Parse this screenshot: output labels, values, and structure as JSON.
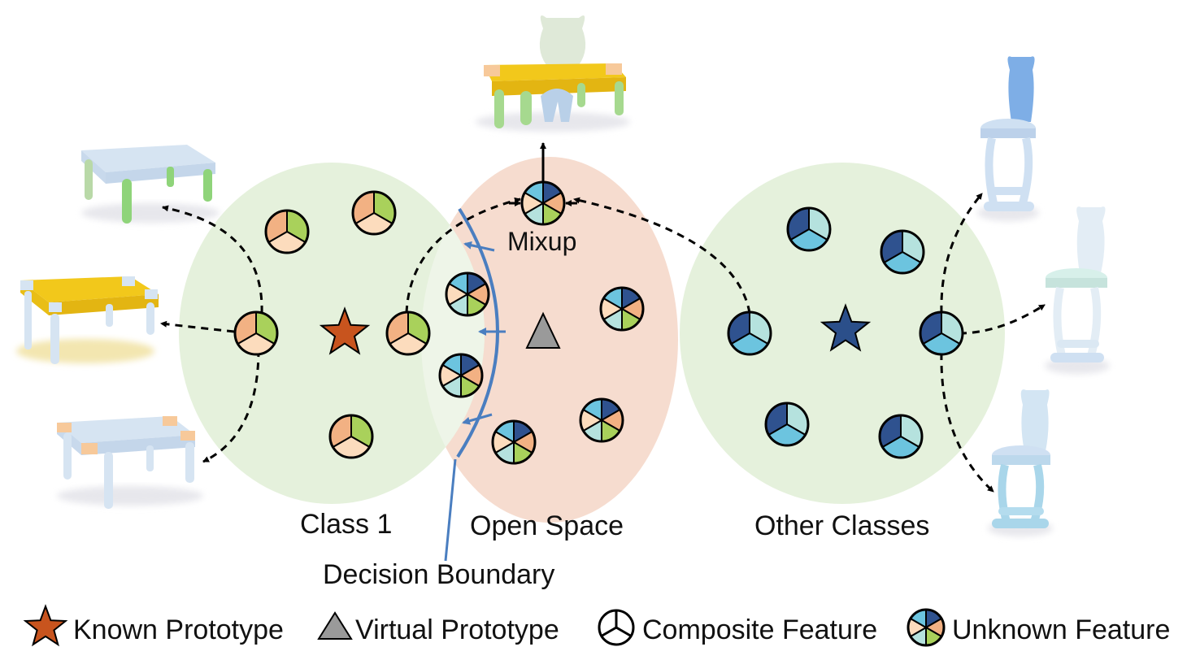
{
  "labels": {
    "class1": "Class 1",
    "open_space": "Open Space",
    "other_classes": "Other Classes",
    "decision_boundary": "Decision Boundary",
    "mixup": "Mixup"
  },
  "legend": {
    "known_prototype": "Known Prototype",
    "virtual_prototype": "Virtual Prototype",
    "composite_feature": "Composite Feature",
    "unknown_feature": "Unknown Feature"
  },
  "colors": {
    "class_region": "#e5f1dc",
    "open_space_region": "#f6dccf",
    "boundary": "#4a7ec0",
    "known_prototype": "#c8541e",
    "virtual_prototype": "#9a9a9a",
    "other_prototype": "#2b4f8a",
    "class1_feature": [
      "#f2b183",
      "#a9d15b",
      "#fcdcbd"
    ],
    "other_feature": [
      "#2f528f",
      "#b5e2de",
      "#6cc4df"
    ],
    "unknown_feature": [
      "#2f528f",
      "#f2b183",
      "#a9d15b",
      "#b5e2de",
      "#fcdcbd",
      "#6cc4df"
    ]
  },
  "icons": {
    "known_prototype": "star-icon",
    "virtual_prototype": "triangle-icon",
    "composite_feature": "three-sector-circle-icon",
    "unknown_feature": "six-sector-circle-icon",
    "table_images": "point-cloud-table",
    "chair_images": "point-cloud-chair",
    "mixup_image": "point-cloud-mixup"
  }
}
